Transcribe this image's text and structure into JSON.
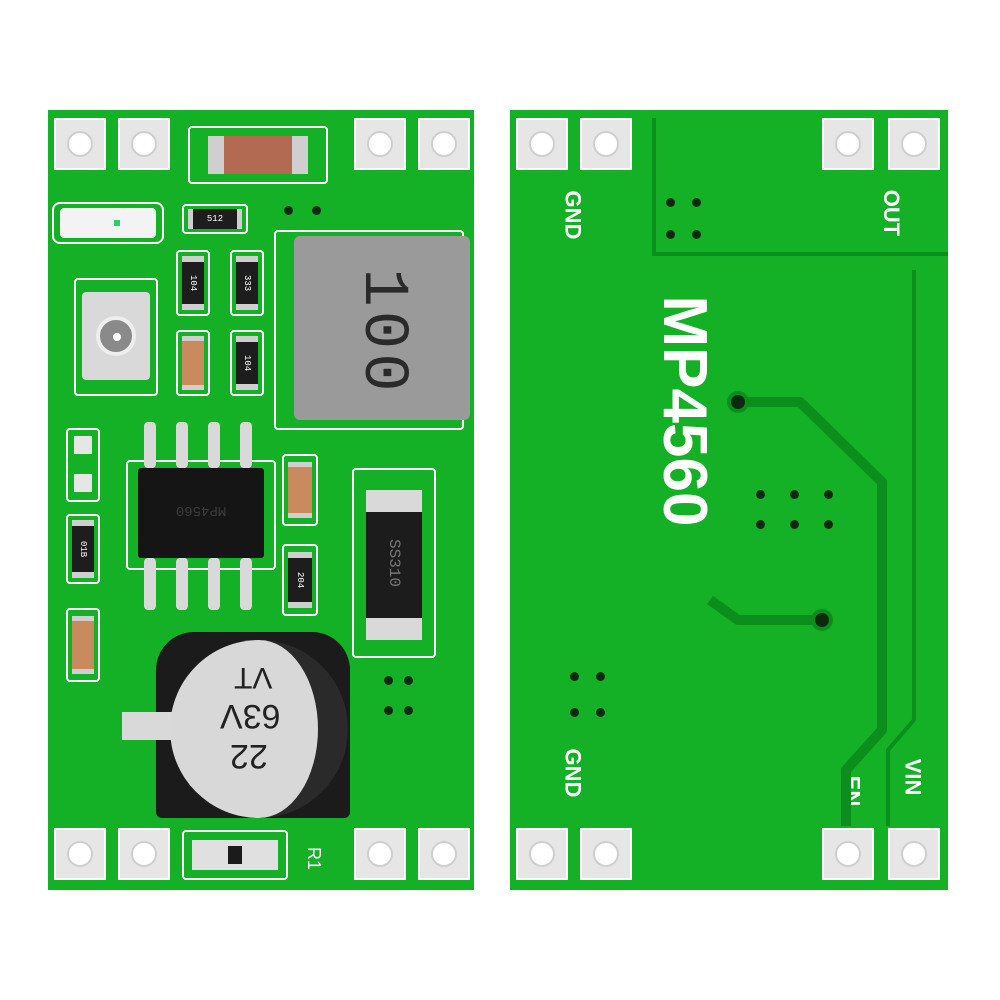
{
  "front_board": {
    "inductor_label": "100",
    "diode_label": "SS310",
    "chip_label": "MP4560",
    "capacitor": {
      "line1": "22",
      "line2": "63V",
      "line3": "VT"
    },
    "resistor_labels": [
      "512",
      "104",
      "333",
      "104",
      "01B",
      "204"
    ],
    "silk_r1": "R1"
  },
  "back_board": {
    "title": "MP4560",
    "pins": {
      "gnd_top": "GND",
      "out": "OUT",
      "gnd_bottom": "GND",
      "en": "EN",
      "vin": "VIN"
    }
  },
  "colors": {
    "pcb": "#14b025",
    "silk": "#ffffff",
    "pad": "#e6e6e6",
    "inductor": "#9a9a9a"
  }
}
